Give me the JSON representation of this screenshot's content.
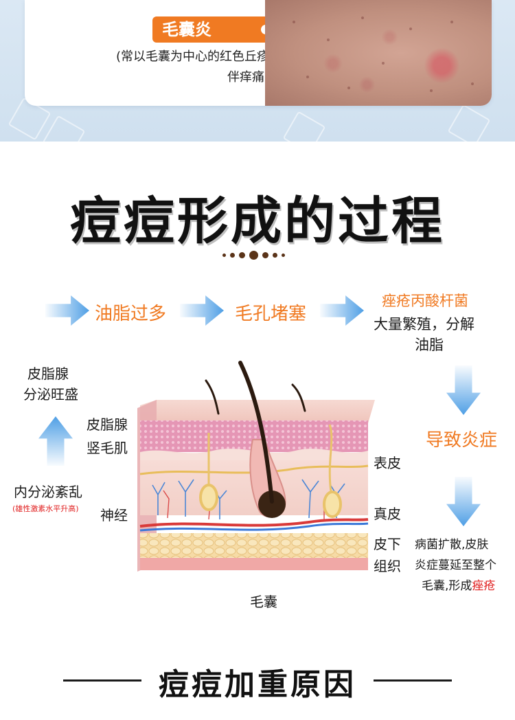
{
  "top_card": {
    "tag": "毛囊炎",
    "desc_line1": "(常以毛囊为中心的红色丘疹",
    "desc_line2": "伴痒痛)"
  },
  "section_title": "痘痘形成的过程",
  "flow": {
    "step1": "油脂过多",
    "step2": "毛孔堵塞",
    "step3_title": "痤疮丙酸杆菌",
    "step3_line1": "大量繁殖，分解",
    "step3_line2": "油脂",
    "step4": "导致炎症",
    "step5_line1": "病菌扩散,皮肤",
    "step5_line2": "炎症蔓延至整个",
    "step5_line3_prefix": "毛囊,形成",
    "step5_line3_highlight": "痤疮"
  },
  "left_labels": {
    "gland_line1": "皮脂腺",
    "gland_line2": "分泌旺盛",
    "endocrine": "内分泌紊乱",
    "endocrine_note": "(雄性激素水平升高)"
  },
  "diagram_labels": {
    "sebaceous": "皮脂腺",
    "arrector": "竖毛肌",
    "nerve": "神经",
    "epidermis": "表皮",
    "dermis": "真皮",
    "subcutis_line1": "皮下",
    "subcutis_line2": "组织",
    "follicle": "毛囊"
  },
  "bottom_title": "痘痘加重原因",
  "colors": {
    "accent_orange": "#f07a22",
    "arrow_blue": "#4f9fe5",
    "highlight_red": "#e02020"
  }
}
